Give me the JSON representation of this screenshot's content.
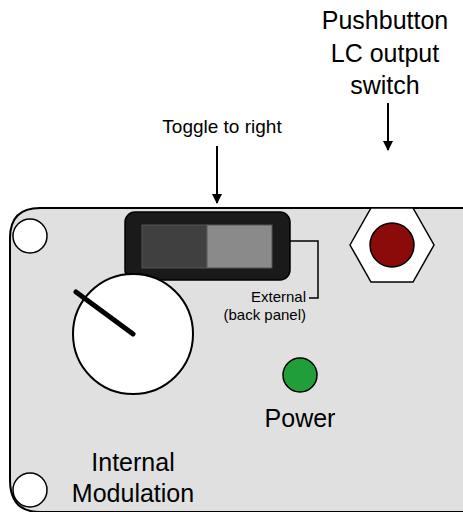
{
  "diagram": {
    "labels": [
      "Pushbutton LC output switch",
      "Toggle to right",
      "External (back panel)",
      "Internal Modulation",
      "Power"
    ]
  }
}
